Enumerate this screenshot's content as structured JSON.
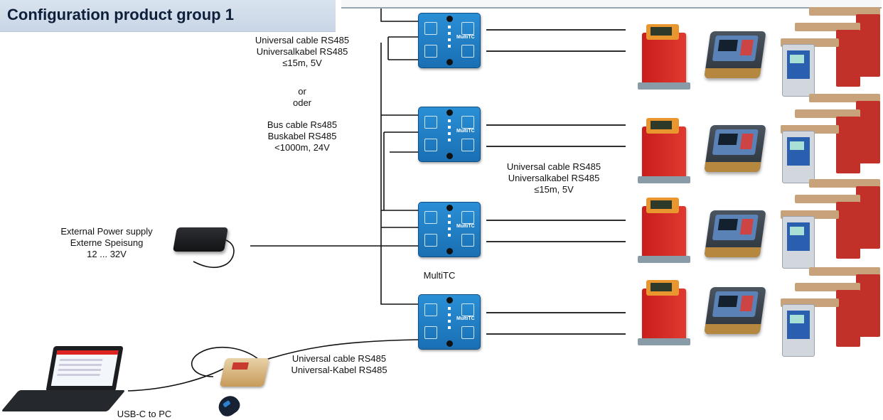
{
  "title": "Configuration product group 1",
  "labels": {
    "cable_top": [
      "Universal cable RS485",
      "Universalkabel RS485",
      "≤15m, 5V"
    ],
    "or": [
      "or",
      "oder"
    ],
    "bus_cable": [
      "Bus cable Rs485",
      "Buskabel RS485",
      "<1000m, 24V"
    ],
    "cable_right": [
      "Universal cable RS485",
      "Universalkabel RS485",
      "≤15m, 5V"
    ],
    "power": [
      "External Power supply",
      "Externe Speisung",
      "12 ... 32V"
    ],
    "multitc": "MultiTC",
    "cable_bottom": [
      "Universal cable RS485",
      "Universal-Kabel RS485"
    ],
    "usb": "USB-C to PC"
  },
  "device_brand": "MultiTC",
  "colors": {
    "title_bg": "#d9e3ef",
    "multitc_blue": "#1f7fc6",
    "wire": "#111111"
  }
}
